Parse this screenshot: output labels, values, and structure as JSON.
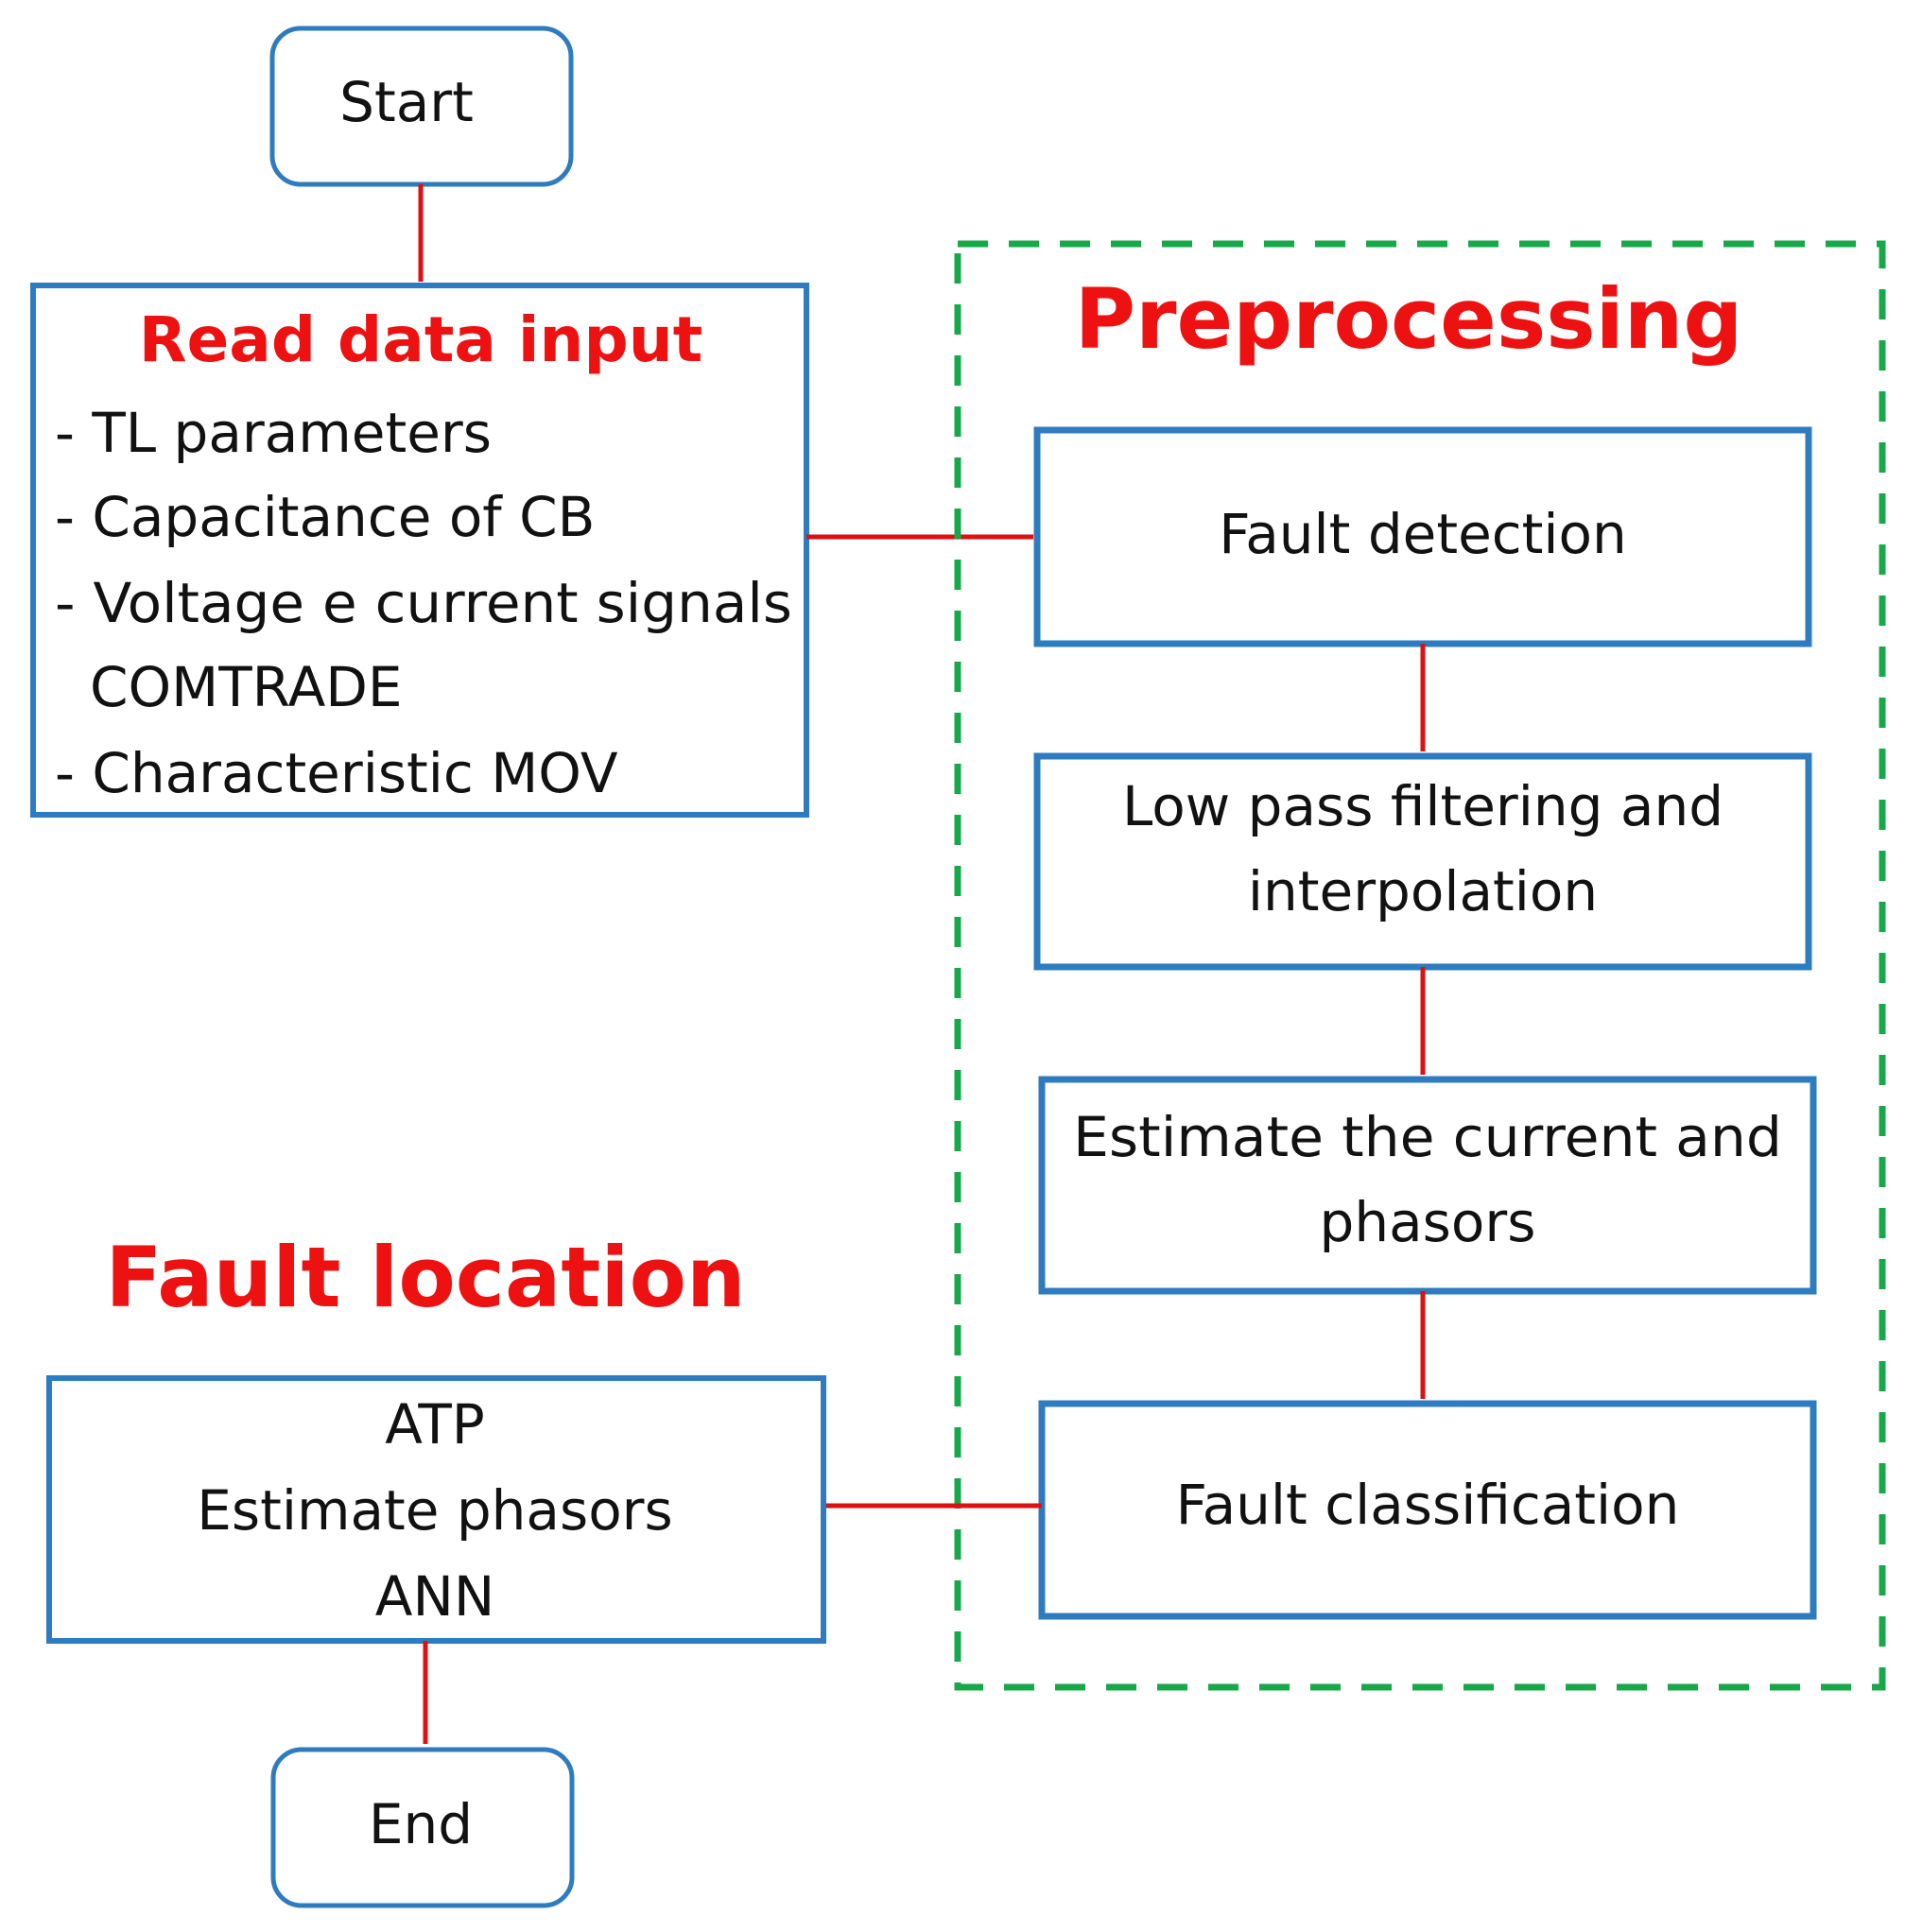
{
  "colors": {
    "box_stroke": "#2e7cbf",
    "arrow": "#dd1111",
    "heading": "#ee1111",
    "group_border": "#17a84a",
    "text": "#111111"
  },
  "start": {
    "label": "Start"
  },
  "read_data": {
    "title": "Read data input",
    "items": [
      "- TL parameters",
      "- Capacitance of CB",
      "- Voltage e current signals",
      "COMTRADE",
      "- Characteristic MOV"
    ]
  },
  "preprocessing": {
    "title": "Preprocessing",
    "steps": [
      {
        "lines": [
          "Fault detection"
        ]
      },
      {
        "lines": [
          "Low pass filtering and",
          "interpolation"
        ]
      },
      {
        "lines": [
          "Estimate the current and",
          "phasors"
        ]
      },
      {
        "lines": [
          "Fault classification"
        ]
      }
    ]
  },
  "fault_location": {
    "title": "Fault location",
    "lines": [
      "ATP",
      "Estimate phasors",
      "ANN"
    ]
  },
  "end": {
    "label": "End"
  }
}
